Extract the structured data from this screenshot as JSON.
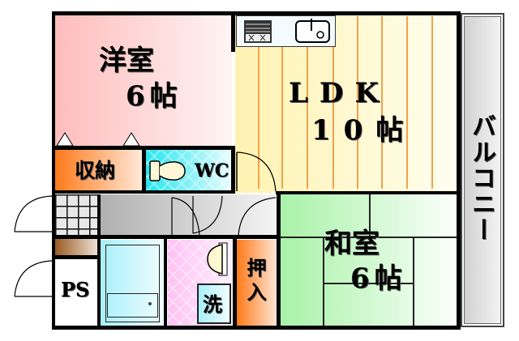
{
  "floorplan": {
    "rooms": {
      "western_room": {
        "name": "洋室",
        "size": "6帖"
      },
      "ldk": {
        "name": "LDK",
        "size": "10帖"
      },
      "balcony": {
        "name": "バルコニー"
      },
      "storage": {
        "name": "収納"
      },
      "toilet": {
        "name": "WC"
      },
      "japanese_room": {
        "name": "和室",
        "size": "6帖"
      },
      "closet": {
        "name": "押入"
      },
      "washer": {
        "name": "洗"
      },
      "pipe_space": {
        "name": "PS"
      }
    },
    "colors": {
      "western_room": "#ffc4c4",
      "ldk": "#fff6c8",
      "ldk_planks": "#f0a24a",
      "storage": "#ff8a2a",
      "toilet": "#3ee8f0",
      "japanese_room": "#b8f5b8",
      "closet": "#ff8a2a",
      "washroom": "#ffc8f0",
      "bath": "#b8f4fa",
      "hallway": "#b8b8b8",
      "balcony": "#d8d8d8",
      "wall": "#000000"
    }
  }
}
